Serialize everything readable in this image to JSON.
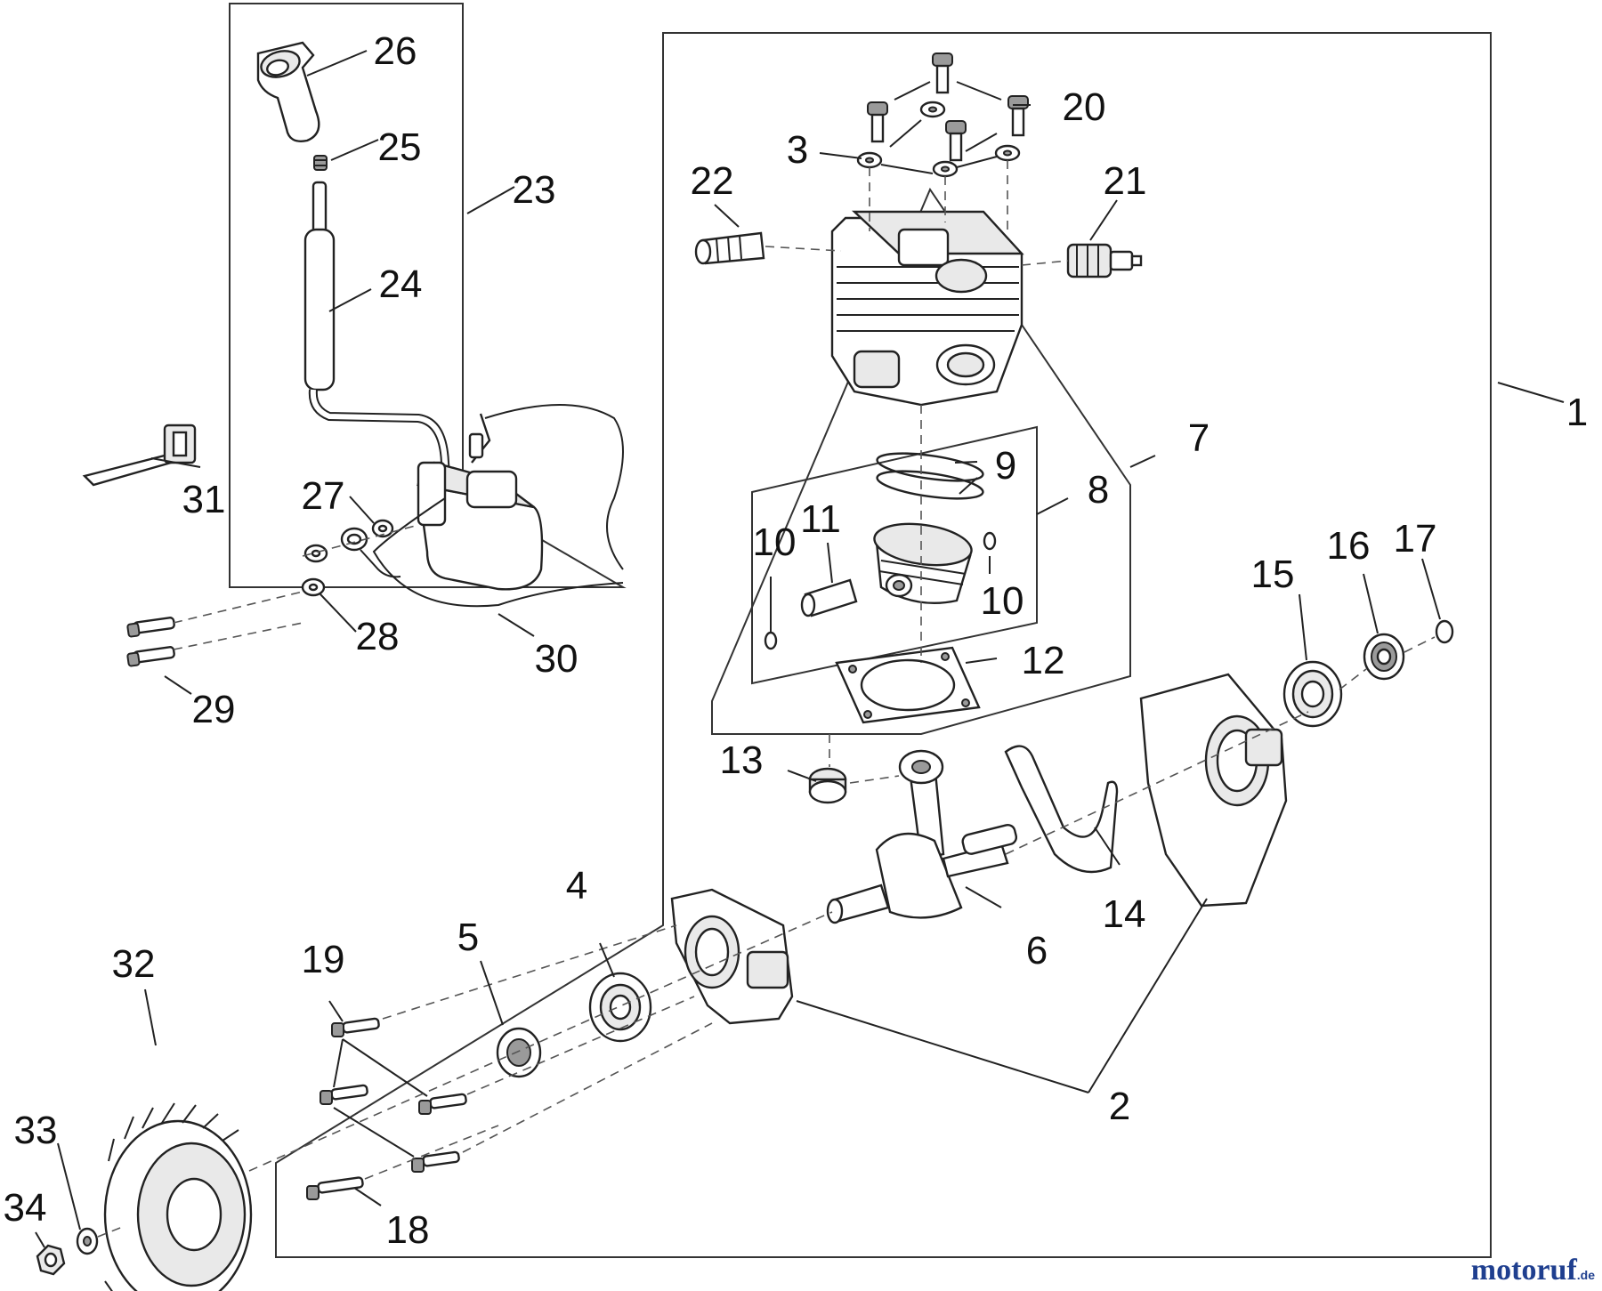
{
  "labels": {
    "p1": "1",
    "p2": "2",
    "p3": "3",
    "p4": "4",
    "p5": "5",
    "p6": "6",
    "p7": "7",
    "p8": "8",
    "p9": "9",
    "p10a": "10",
    "p10b": "10",
    "p11": "11",
    "p12": "12",
    "p13": "13",
    "p14": "14",
    "p15": "15",
    "p16": "16",
    "p17": "17",
    "p18": "18",
    "p19": "19",
    "p20": "20",
    "p21": "21",
    "p22": "22",
    "p23": "23",
    "p24": "24",
    "p25": "25",
    "p26": "26",
    "p27": "27",
    "p28": "28",
    "p29": "29",
    "p30": "30",
    "p31": "31",
    "p32": "32",
    "p33": "33",
    "p34": "34"
  },
  "watermark": {
    "main": "motoruf",
    "suffix": ".de",
    "main_color": "#1f3f8f",
    "dot_color": "#e07a14"
  }
}
